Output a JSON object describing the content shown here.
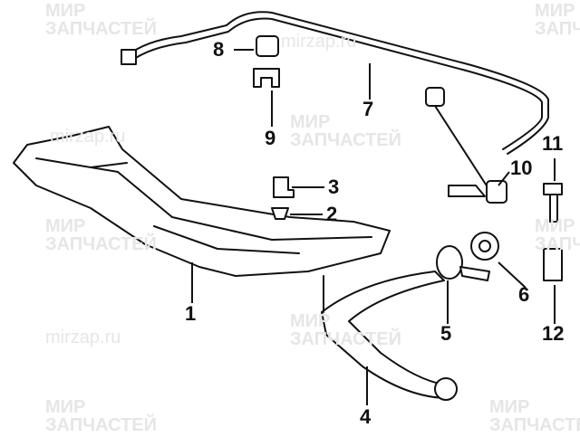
{
  "watermark": {
    "brand_line1": "МИР",
    "brand_line2": "ЗАПЧАСТЕЙ",
    "url": "mirzap.ru"
  },
  "callouts": [
    "1",
    "2",
    "3",
    "4",
    "5",
    "6",
    "7",
    "8",
    "9",
    "10",
    "11",
    "12"
  ],
  "colors": {
    "line": "#111111",
    "watermark": "#e6e6e6",
    "background": "#ffffff"
  }
}
